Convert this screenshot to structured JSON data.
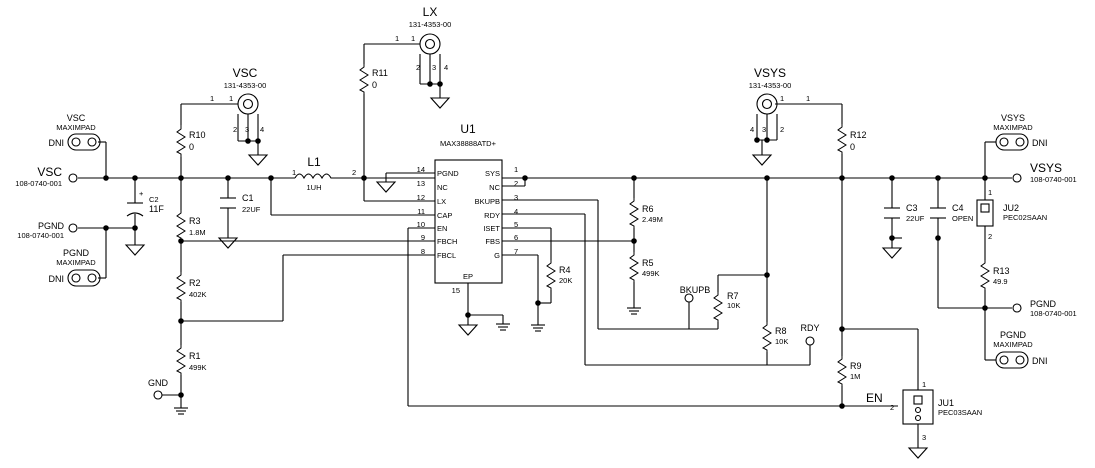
{
  "nets": {
    "vsc": "VSC",
    "vsc_pn": "108-0740-001",
    "pgnd_l": "PGND",
    "pgnd_l_pn": "108-0740-001",
    "vsys": "VSYS",
    "vsys_pn": "108-0740-001",
    "pgnd_r": "PGND",
    "pgnd_r_pn": "108-0740-001",
    "gnd": "GND",
    "bkupb": "BKUPB",
    "rdy": "RDY",
    "en": "EN"
  },
  "maxim_pads": {
    "tl_name": "VSC",
    "tl_type": "MAXIMPAD",
    "tl_dni": "DNI",
    "ml_name": "PGND",
    "ml_type": "MAXIMPAD",
    "ml_dni": "DNI",
    "tr_name": "VSYS",
    "tr_type": "MAXIMPAD",
    "tr_dni": "DNI",
    "br_name": "PGND",
    "br_type": "MAXIMPAD",
    "br_dni": "DNI"
  },
  "test_points": {
    "vsc_name": "VSC",
    "vsc_pn": "131-4353-00",
    "lx_name": "LX",
    "lx_pn": "131-4353-00",
    "vsys_name": "VSYS",
    "vsys_pn": "131-4353-00"
  },
  "ic": {
    "ref": "U1",
    "part": "MAX38888ATD+",
    "left_pins": [
      {
        "num": "14",
        "name": "PGND"
      },
      {
        "num": "13",
        "name": "NC"
      },
      {
        "num": "12",
        "name": "LX"
      },
      {
        "num": "11",
        "name": "CAP"
      },
      {
        "num": "10",
        "name": "EN"
      },
      {
        "num": "9",
        "name": "FBCH"
      },
      {
        "num": "8",
        "name": "FBCL"
      }
    ],
    "right_pins": [
      {
        "num": "1",
        "name": "SYS"
      },
      {
        "num": "2",
        "name": "NC"
      },
      {
        "num": "3",
        "name": "BKUPB"
      },
      {
        "num": "4",
        "name": "RDY"
      },
      {
        "num": "5",
        "name": "ISET"
      },
      {
        "num": "6",
        "name": "FBS"
      },
      {
        "num": "7",
        "name": "G"
      }
    ],
    "ep_name": "EP",
    "ep_num": "15"
  },
  "components": {
    "r10": {
      "ref": "R10",
      "val": "0"
    },
    "r3": {
      "ref": "R3",
      "val": "1.8M"
    },
    "r2": {
      "ref": "R2",
      "val": "402K"
    },
    "r1": {
      "ref": "R1",
      "val": "499K"
    },
    "c2": {
      "ref": "C2",
      "val": "11F"
    },
    "c1": {
      "ref": "C1",
      "val": "22UF"
    },
    "l1": {
      "ref": "L1",
      "val": "1UH"
    },
    "r11": {
      "ref": "R11",
      "val": "0"
    },
    "r6": {
      "ref": "R6",
      "val": "2.49M"
    },
    "r5": {
      "ref": "R5",
      "val": "499K"
    },
    "r4": {
      "ref": "R4",
      "val": "20K"
    },
    "r7": {
      "ref": "R7",
      "val": "10K"
    },
    "r8": {
      "ref": "R8",
      "val": "10K"
    },
    "r12": {
      "ref": "R12",
      "val": "0"
    },
    "r9": {
      "ref": "R9",
      "val": "1M"
    },
    "r13": {
      "ref": "R13",
      "val": "49.9"
    },
    "c3": {
      "ref": "C3",
      "val": "22UF"
    },
    "c4": {
      "ref": "C4",
      "val": "OPEN"
    },
    "ju2": {
      "ref": "JU2",
      "val": "PEC02SAAN"
    },
    "ju1": {
      "ref": "JU1",
      "val": "PEC03SAAN"
    }
  },
  "pin_numbers": {
    "tp_1": "1",
    "tp_2": "2",
    "tp_3": "3",
    "tp_4": "4",
    "l1_a": "1",
    "l1_b": "2",
    "c2_plus": "+",
    "ju2_1": "1",
    "ju2_2": "2",
    "ju1_1": "1",
    "ju1_2": "2",
    "ju1_3": "3"
  }
}
